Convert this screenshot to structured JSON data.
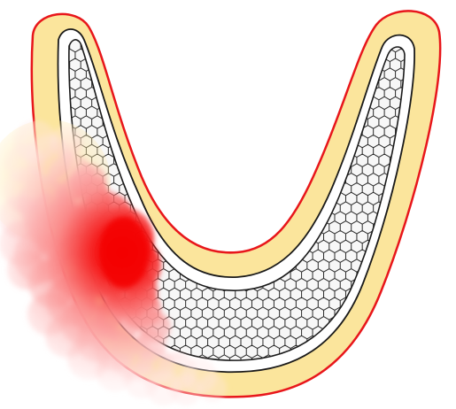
{
  "colors": {
    "background": "#ffffff",
    "outer_fill": "#fbe59c",
    "outer_stroke": "#e8161b",
    "inner_band_fill": "#ffffff",
    "inner_band_stroke": "#1a1a1a",
    "core_fill": "#f3f3f3",
    "hex_stroke": "#2b2b2b",
    "inflammation_core": "#f40000",
    "inflammation_edge": "#ffd9d9"
  },
  "shapes": {
    "outer_layer": "u-shaped-yellow-band",
    "middle_layer": "white-band",
    "core": "honeycomb-core",
    "lesion": "red-inflammation-cloud"
  }
}
